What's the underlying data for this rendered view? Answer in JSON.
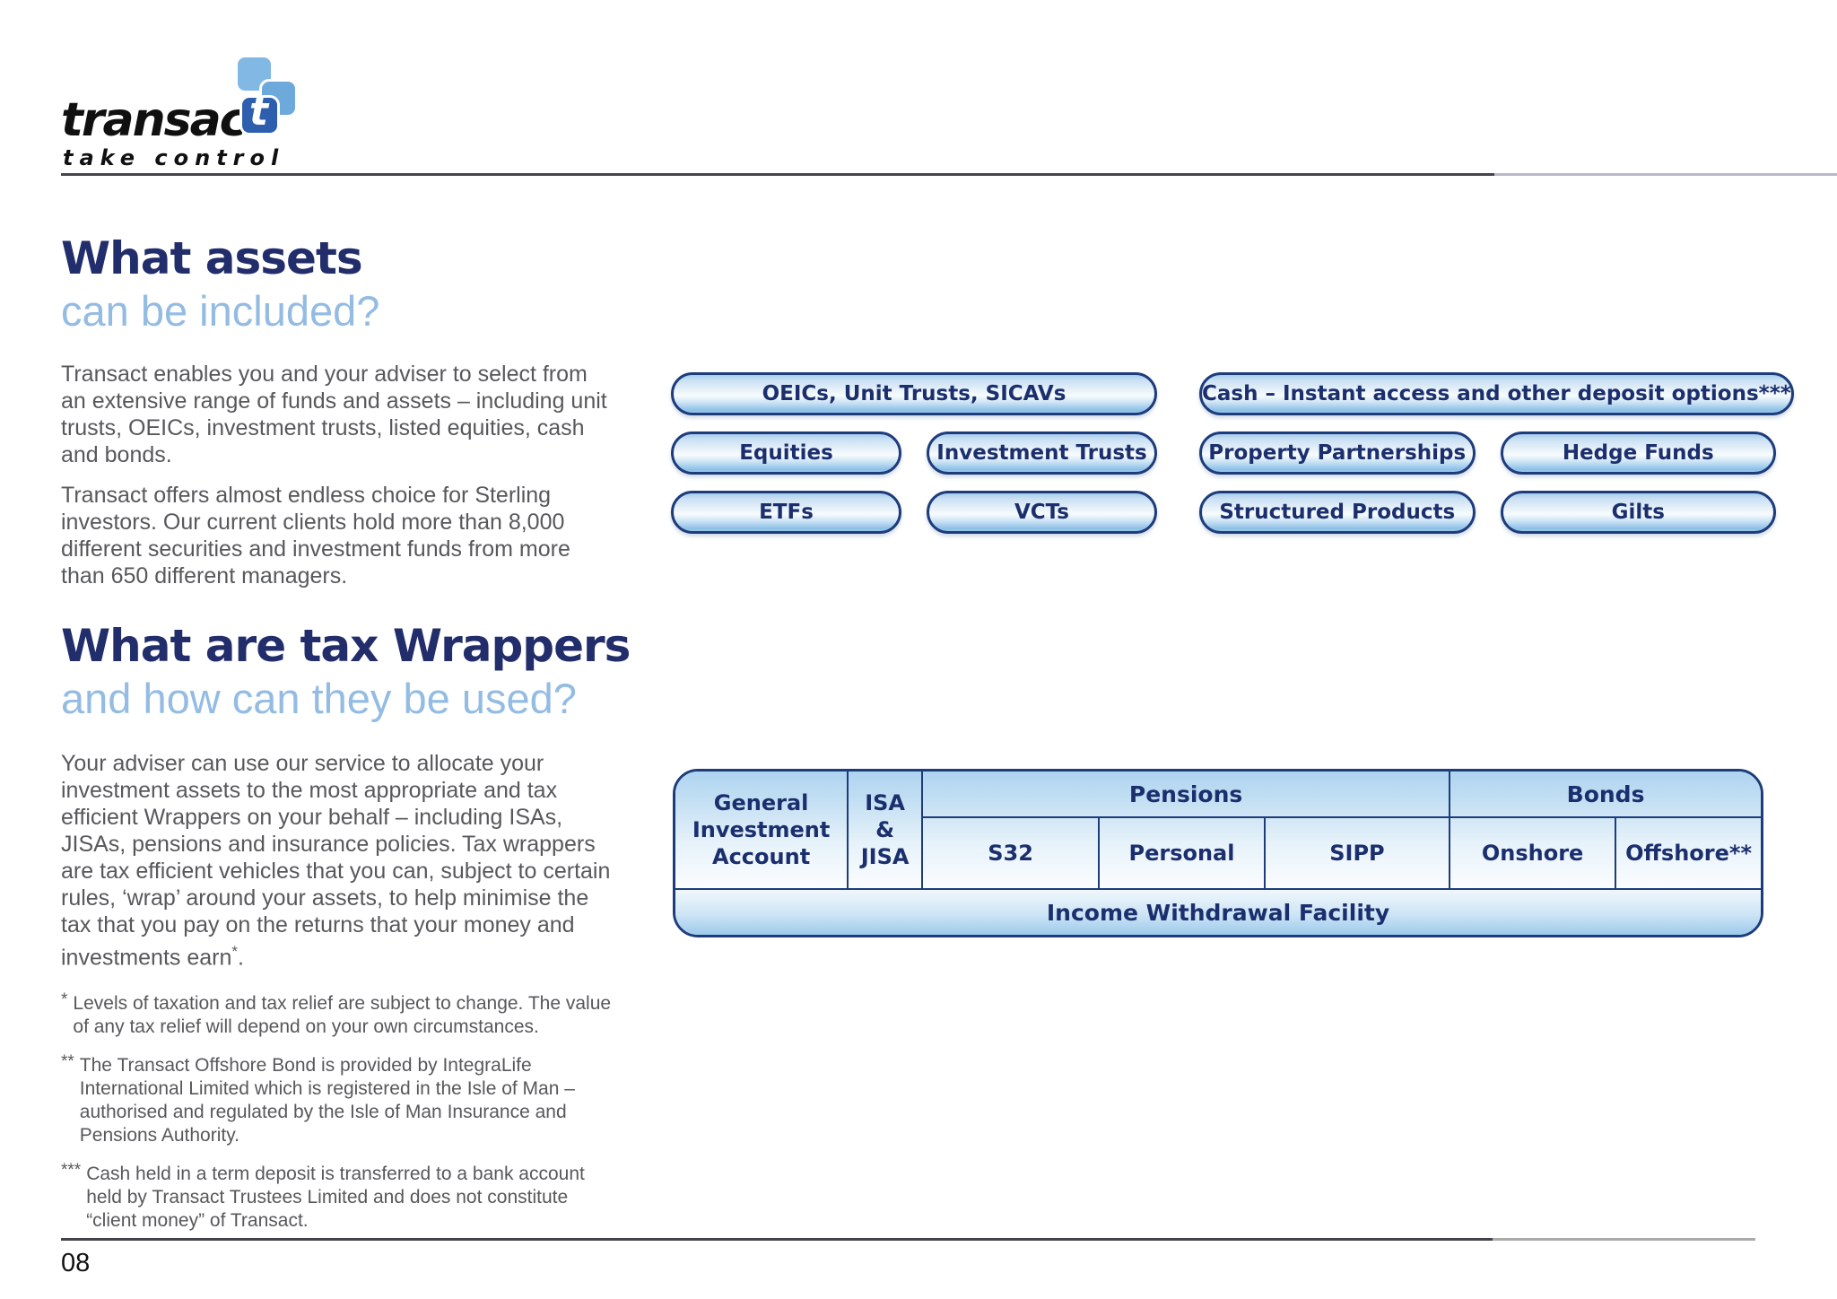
{
  "page": {
    "number": "08"
  },
  "logo": {
    "brand_prefix": "transac",
    "brand_suffix": "t",
    "tagline": "take control"
  },
  "colors": {
    "heading_navy": "#222d6b",
    "subheading_blue": "#94bce3",
    "body_gray": "#57585b",
    "pill_text_navy": "#1b2f6e",
    "pill_border_navy": "#1e3c7c",
    "pill_fill_light": "#eaf3fa",
    "pill_fill_blue": "#8cc0e8",
    "logo_square_dark": "#2e5fae",
    "logo_square_light": "#82b8e4"
  },
  "section_assets": {
    "title_line1": "What assets",
    "title_line2": "can be included?",
    "paragraph1": "Transact enables you and your adviser to select from an extensive range of funds and assets – including unit trusts, OEICs, investment trusts, listed equities, cash and bonds.",
    "paragraph2": "Transact offers almost endless choice for Sterling investors. Our current clients hold more than 8,000 different securities and investment funds from more than 650 different managers."
  },
  "asset_pills": {
    "left_wide": "OEICs, Unit Trusts, SICAVs",
    "left_rows": [
      [
        "Equities",
        "Investment Trusts"
      ],
      [
        "ETFs",
        "VCTs"
      ]
    ],
    "right_wide": "Cash – Instant access and other deposit options***",
    "right_rows": [
      [
        "Property Partnerships",
        "Hedge Funds"
      ],
      [
        "Structured Products",
        "Gilts"
      ]
    ]
  },
  "section_wrappers": {
    "title_line1": "What are tax Wrappers",
    "title_line2": "and how can they be used?",
    "paragraph": "Your adviser can use our service to allocate your investment assets to the most appropriate and tax efficient Wrappers on your behalf – including ISAs, JISAs, pensions and insurance policies. Tax wrappers are tax efficient vehicles that you can, subject to certain rules, ‘wrap’ around your assets, to help minimise the tax that you pay on the returns that your money and investments earn",
    "paragraph_marker": "*",
    "paragraph_end": "."
  },
  "wrapper_table": {
    "gia": "General Investment Account",
    "isa_lines": "ISA\n&\nJISA",
    "pensions_header": "Pensions",
    "pensions_cols": [
      "S32",
      "Personal",
      "SIPP"
    ],
    "bonds_header": "Bonds",
    "bonds_cols": [
      "Onshore",
      "Offshore**"
    ],
    "footer": "Income Withdrawal Facility"
  },
  "footnotes": [
    {
      "marker": "*",
      "text": "Levels of taxation and tax relief are subject to change. The value of any tax relief will depend on your own circumstances."
    },
    {
      "marker": "**",
      "text": "The Transact Offshore Bond is provided by IntegraLife International Limited which is registered in the Isle of Man – authorised and regulated by the Isle of Man Insurance and Pensions Authority."
    },
    {
      "marker": "***",
      "text": "Cash held in a term deposit is transferred to a bank account held by Transact Trustees Limited and does not constitute “client money” of Transact."
    }
  ]
}
